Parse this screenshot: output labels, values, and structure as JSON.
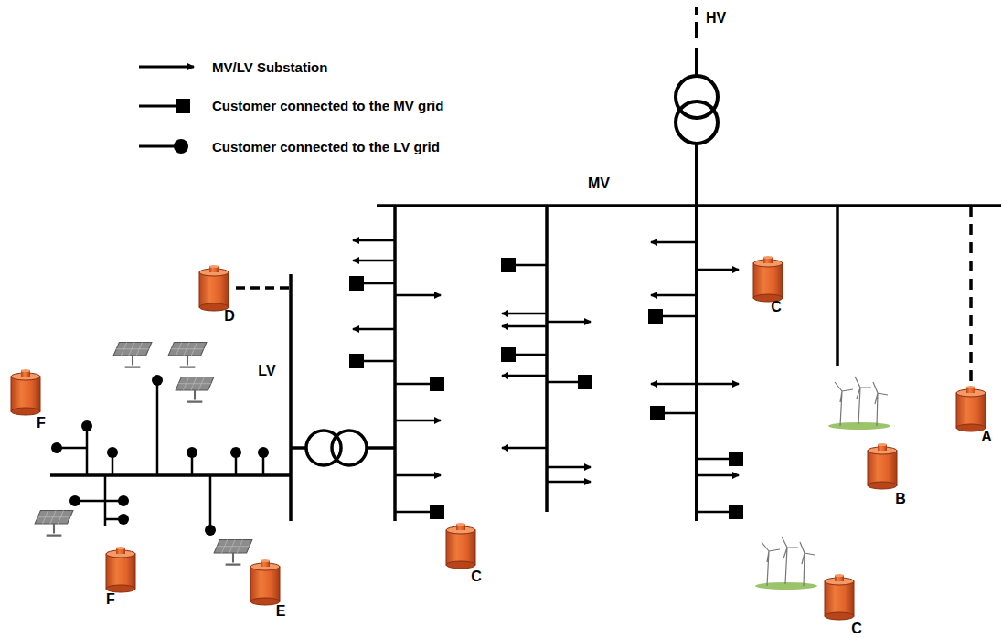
{
  "diagram": {
    "labels": [
      "HV",
      "MV",
      "C",
      "D",
      "LV",
      "F",
      "A",
      "B",
      "F",
      "C",
      "E",
      "C"
    ],
    "legend": [
      {
        "text": "MV/LV Substation"
      },
      {
        "text": "Customer connected to the MV grid"
      },
      {
        "text": "Customer connected to the LV grid"
      }
    ]
  }
}
